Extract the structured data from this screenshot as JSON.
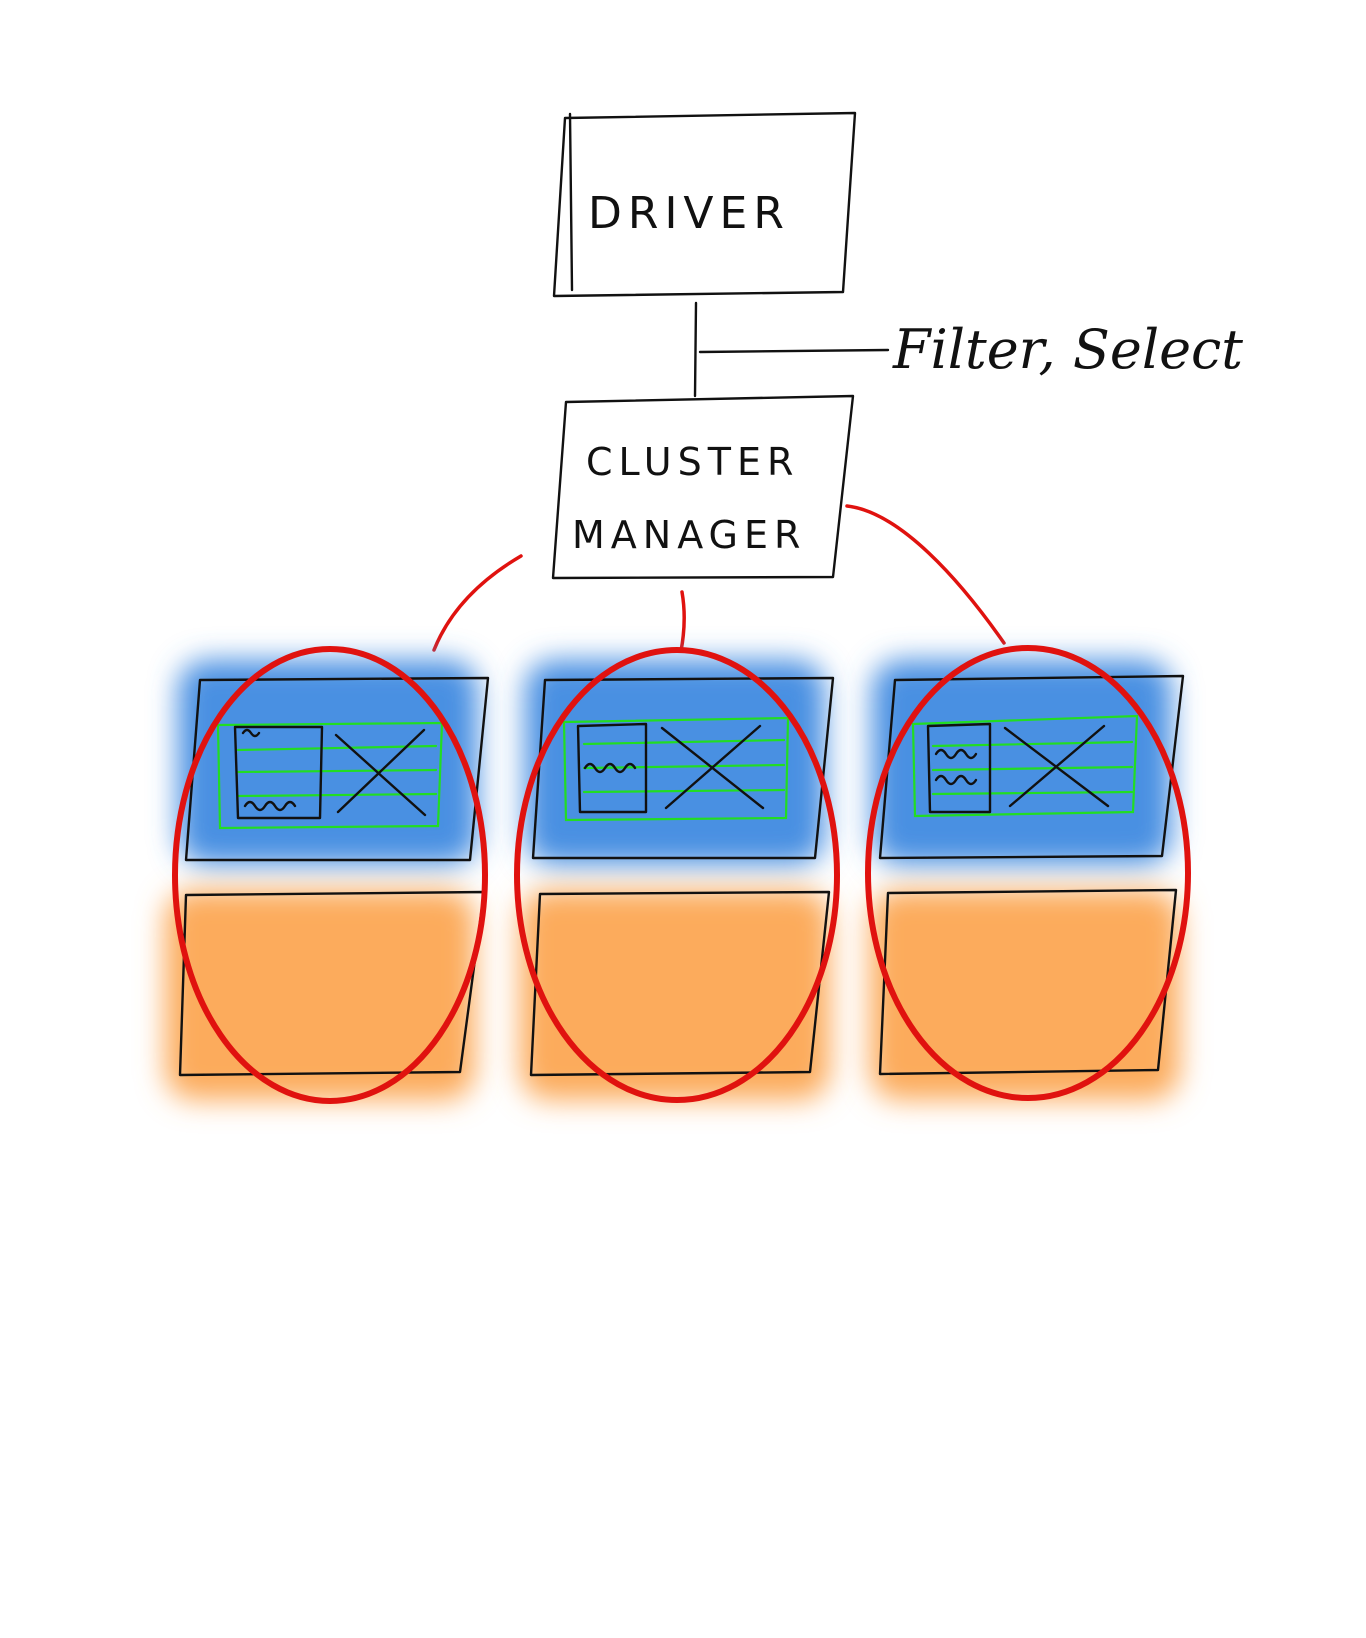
{
  "diagram": {
    "driver": {
      "label": "DRIVER"
    },
    "cluster_manager": {
      "line1": "CLUSTER",
      "line2": "MANAGER"
    },
    "connector_annotation": "Filter, Select",
    "nodes": [
      {
        "id": "node-1"
      },
      {
        "id": "node-2"
      },
      {
        "id": "node-3"
      }
    ],
    "colors": {
      "upper_tier": "#4a90e2",
      "lower_tier": "#fcab5c",
      "executor_ring": "#e0120f",
      "table_lines": "#22dd22",
      "ink": "#111111"
    }
  }
}
